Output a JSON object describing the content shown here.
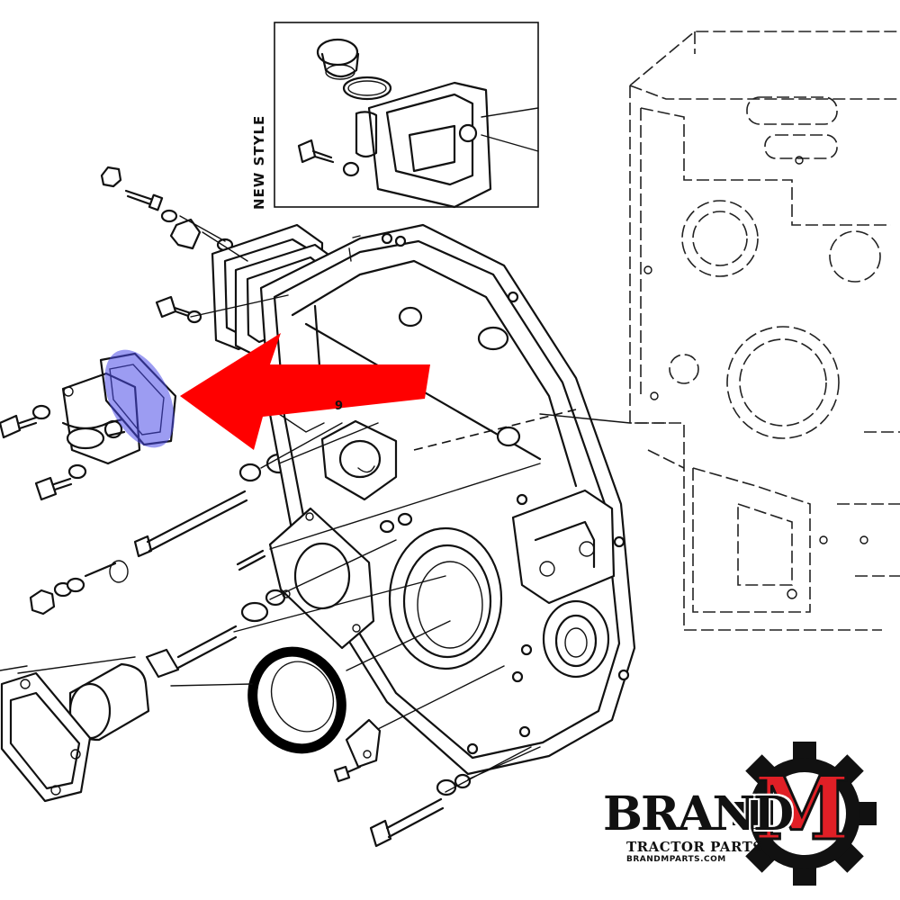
{
  "inset": {
    "label": "NEW STYLE"
  },
  "callout": {
    "part_number": "9"
  },
  "logo": {
    "brand": "BRAND",
    "mark": "M",
    "tagline": "TRACTOR PARTS",
    "url": "BRANDMPARTS.COM"
  },
  "highlight": {
    "color": "#5a5ae0",
    "opacity": 0.6
  },
  "arrow": {
    "color": "#ff0000",
    "icon": "arrow-left-icon"
  },
  "colors": {
    "accent": "#e01f26",
    "line": "#111111"
  }
}
